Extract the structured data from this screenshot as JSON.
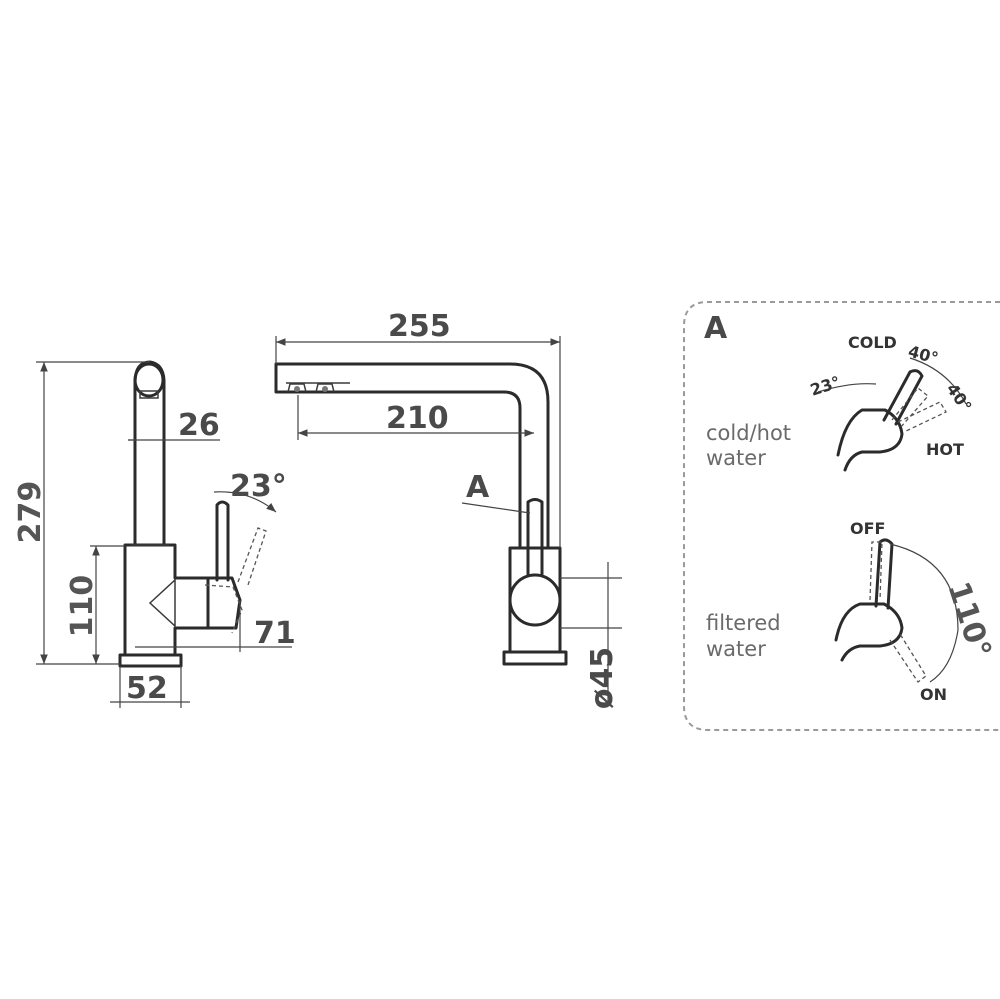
{
  "dimensions": {
    "total_height": "279",
    "body_height": "110",
    "spout_width": "26",
    "lever_angle": "23°",
    "lever_reach": "71",
    "base_width": "52",
    "spout_length": "255",
    "spout_inner": "210",
    "body_diameter": "ø45"
  },
  "callout": {
    "label_side": "A",
    "label_panel": "A"
  },
  "detail_cold_hot": {
    "caption_line1": "cold/hot",
    "caption_line2": "water",
    "cold_label": "COLD",
    "hot_label": "HOT",
    "angle_tilt": "23°",
    "angle_cold": "40°",
    "angle_hot": "40°"
  },
  "detail_filtered": {
    "caption_line1": "filtered",
    "caption_line2": "water",
    "off_label": "OFF",
    "on_label": "ON",
    "angle_range": "110°"
  },
  "colors": {
    "line": "#2b2b2b",
    "dimension_text": "#4a4a4a",
    "panel_border": "#9a9a9a"
  }
}
